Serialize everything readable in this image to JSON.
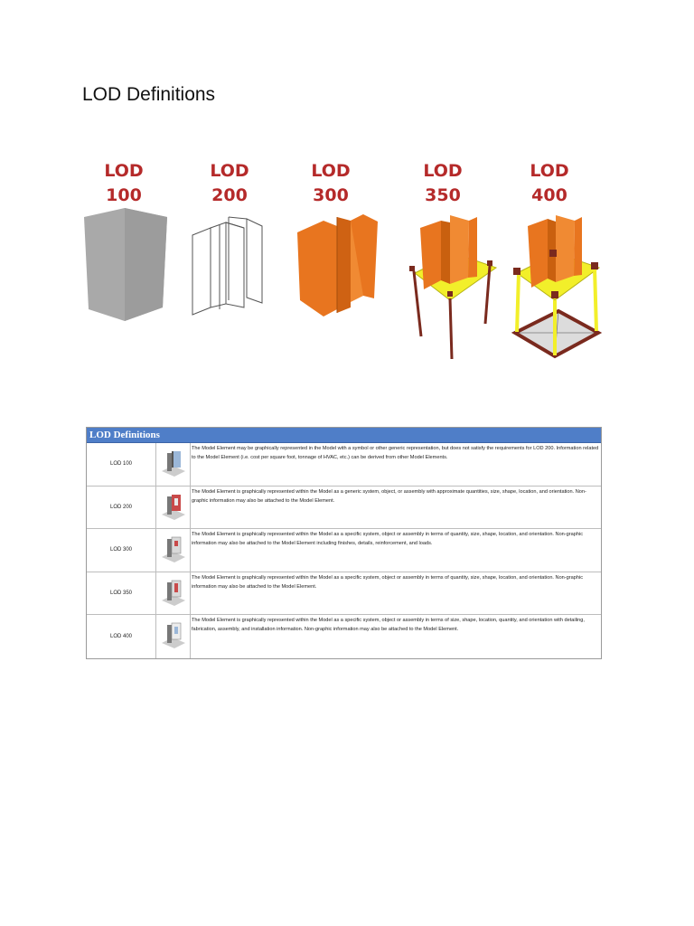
{
  "page": {
    "title": "LOD Definitions"
  },
  "graphic": {
    "heads": [
      {
        "line1": "LOD",
        "line2": "100"
      },
      {
        "line1": "LOD",
        "line2": "200"
      },
      {
        "line1": "LOD",
        "line2": "300"
      },
      {
        "line1": "LOD",
        "line2": "350"
      },
      {
        "line1": "LOD",
        "line2": "400"
      }
    ],
    "colors": {
      "heading_red": "#b52a2a",
      "lod100_gray": "#a9a9a9",
      "steel_orange": "#e8751f",
      "plate_yellow": "#f2ef2a",
      "anchor_brown": "#7a2a1e"
    }
  },
  "table": {
    "header": "LOD Definitions",
    "header_color": "#4f7ec8",
    "rows": [
      {
        "label": "LOD 100",
        "description": "The Model Element may be graphically represented in the Model with a symbol or other generic representation, but does not satisfy the requirements for LOD 200. Information related to the Model Element (i.e. cost per square foot, tonnage of HVAC, etc.) can be derived from other Model Elements."
      },
      {
        "label": "LOD 200",
        "description": "The Model Element is graphically represented within the Model as a generic system, object, or assembly with approximate quantities, size, shape, location, and orientation. Non-graphic information may also be attached to the Model Element."
      },
      {
        "label": "LOD 300",
        "description": "The Model Element is graphically represented within the Model as a specific system, object or assembly in terms of quantity, size, shape, location, and orientation. Non-graphic information may also be attached to the Model Element including finishes, details, reinforcement, and loads."
      },
      {
        "label": "LOD 350",
        "description": "The Model Element is graphically represented within the Model as a specific system, object or assembly in terms of quantity, size, shape, location, and orientation. Non-graphic information may also be attached to the Model Element."
      },
      {
        "label": "LOD 400",
        "description": "The Model Element is graphically represented within the Model as a specific system, object or assembly in terms of size, shape, location, quantity, and orientation with detailing, fabrication, assembly, and installation information. Non-graphic information may also be attached to the Model Element."
      }
    ]
  }
}
